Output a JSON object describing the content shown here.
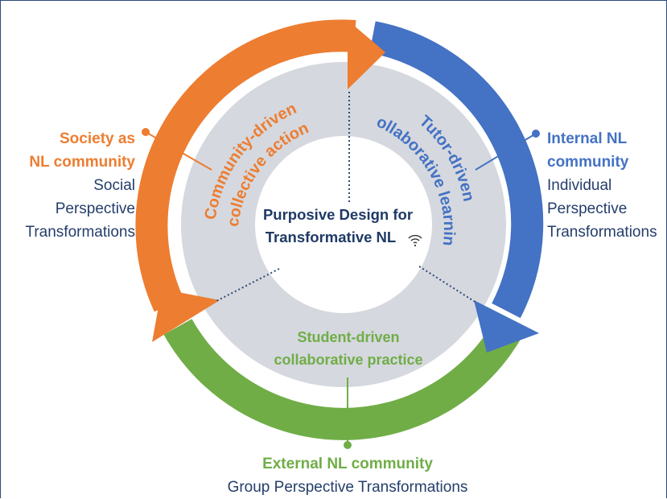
{
  "center": {
    "line1": "Purposive Design for",
    "line2": "Transformative NL"
  },
  "segments": {
    "community": {
      "line1": "Community-driven",
      "line2": "collective action",
      "color": "#ed7d31"
    },
    "tutor": {
      "line1": "Tutor-driven",
      "line2": "collaborative learning",
      "color": "#4472c4"
    },
    "student": {
      "line1": "Student-driven",
      "line2": "collaborative practice",
      "color": "#70ad47"
    }
  },
  "callouts": {
    "society": {
      "title1": "Society as",
      "title2": "NL community",
      "line1": "Social",
      "line2": "Perspective",
      "line3": "Transformations"
    },
    "internal": {
      "title1": "Internal NL",
      "title2": "community",
      "line1": "Individual",
      "line2": "Perspective",
      "line3": "Transformations"
    },
    "external": {
      "title": "External NL community",
      "line1": "Group Perspective Transformations"
    }
  },
  "icons": {
    "center_badge": "wifi-icon"
  }
}
